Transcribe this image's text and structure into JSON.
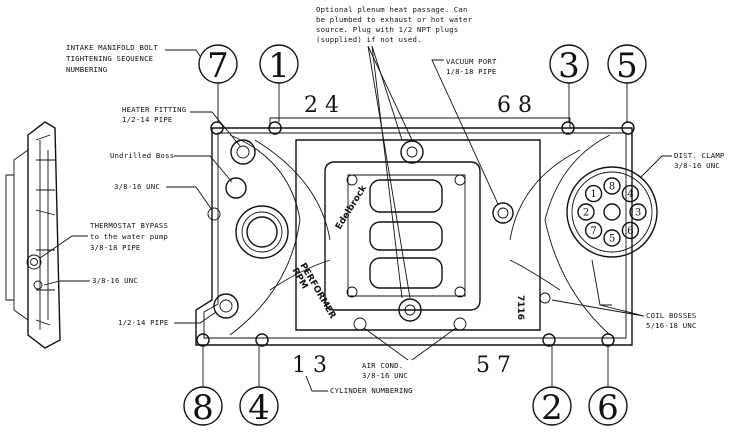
{
  "notes": {
    "heat_passage": [
      "Optional plenum heat passage. Can",
      "be plumbed to exhaust or hot water",
      "source. Plug with 1/2 NPT plugs",
      "(supplied) if not used."
    ],
    "intake_bolt": [
      "INTAKE MANIFOLD BOLT",
      "TIGHTENING SEQUENCE",
      "NUMBERING"
    ],
    "heater_fitting": [
      "HEATER FITTING",
      "1/2-14 PIPE"
    ],
    "undrilled_boss": "Undrilled Boss",
    "unc_left": "3/8-16 UNC",
    "thermostat": [
      "THERMOSTAT BYPASS",
      "to the water pump",
      "3/8-18 PIPE"
    ],
    "unc_left2": "3/8-16 UNC",
    "pipe_left": "1/2-14 PIPE",
    "vacuum": [
      "VACUUM PORT",
      "1/8-18 PIPE"
    ],
    "dist_clamp": [
      "DIST. CLAMP",
      "3/8-16 UNC"
    ],
    "coil": [
      "COIL BOSSES",
      "5/16-18 UNC"
    ],
    "air_cond": [
      "AIR COND.",
      "3/8-16 UNC"
    ],
    "cylinder": "CYLINDER NUMBERING",
    "casting": [
      "Edelbrock",
      "PERFORMER",
      "RPM"
    ],
    "part_number": "7116"
  },
  "bolt_sequence": {
    "top": [
      "7",
      "1",
      "3",
      "5"
    ],
    "bottom": [
      "8",
      "4",
      "2",
      "6"
    ]
  },
  "cylinders": {
    "top_left": "2 4",
    "top_right": "6 8",
    "bottom_left": "1 3",
    "bottom_right": "5 7"
  },
  "firing": {
    "outer": [
      "8",
      "4",
      "3",
      "6",
      "5",
      "7",
      "2",
      "1"
    ],
    "center": ""
  }
}
